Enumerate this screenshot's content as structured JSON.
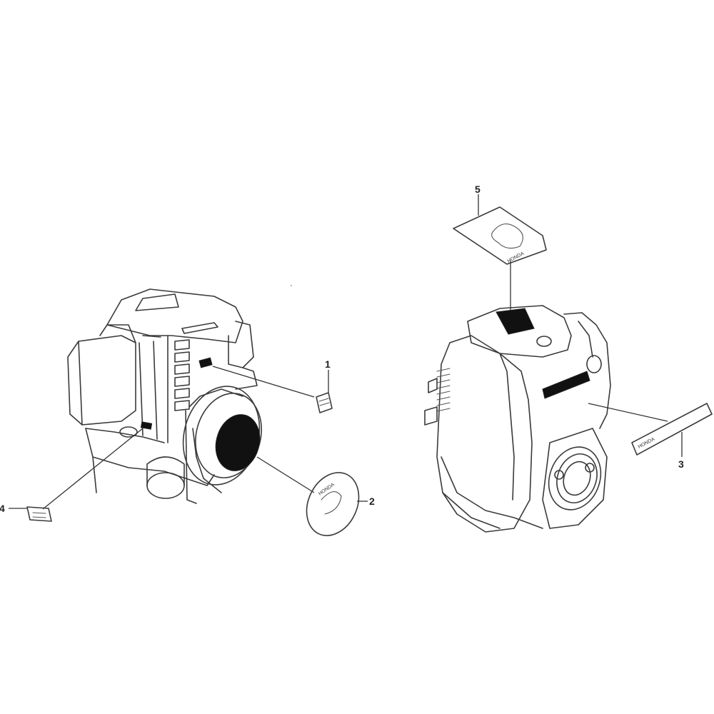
{
  "diagram": {
    "type": "exploded-parts-diagram",
    "subject": "engine labels",
    "views": [
      {
        "id": "left-engine",
        "description": "engine viewed from front-left with recoil starter"
      },
      {
        "id": "right-engine",
        "description": "engine viewed from front-right with top label"
      }
    ],
    "callouts": [
      {
        "number": "1",
        "part": "small label on upper cylinder shroud"
      },
      {
        "number": "2",
        "part": "round emblem on recoil starter"
      },
      {
        "number": "3",
        "part": "long side brand label"
      },
      {
        "number": "4",
        "part": "small label near fuel tank"
      },
      {
        "number": "5",
        "part": "top cover label with logo"
      }
    ],
    "label_text": {
      "top_label": "HONDA",
      "side_label": "HONDA",
      "emblem": "HONDA"
    },
    "colors": {
      "line": "#3a3a3a",
      "background": "#ffffff",
      "fill": "#111111"
    }
  }
}
